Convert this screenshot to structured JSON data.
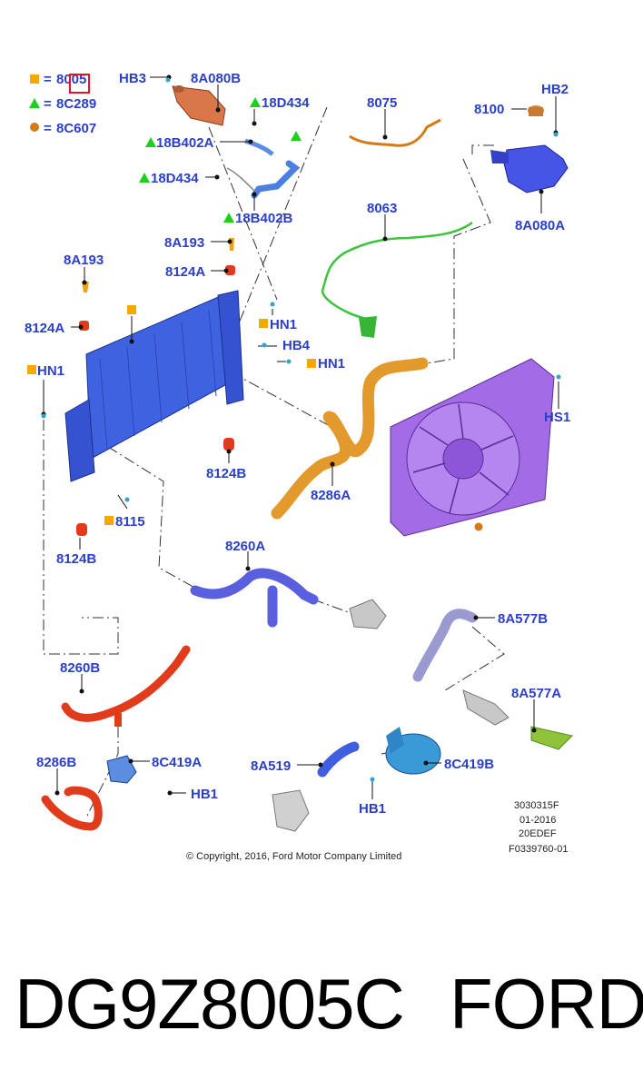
{
  "legend": [
    {
      "symbol": "square",
      "color": "#f5a800",
      "code": "8005"
    },
    {
      "symbol": "triangle",
      "color": "#1bd11b",
      "code": "8C289"
    },
    {
      "symbol": "circle",
      "color": "#d57a17",
      "code": "8C607"
    }
  ],
  "legend_eq": "=",
  "labels": {
    "hb3": "HB3",
    "p8a080b": "8A080B",
    "p18d434_top": "18D434",
    "p18b402a": "18B402A",
    "p18d434_mid": "18D434",
    "p18b402b": "18B402B",
    "p8075": "8075",
    "p8100": "8100",
    "hb2": "HB2",
    "p8a080a": "8A080A",
    "p8063": "8063",
    "p8a193_left": "8A193",
    "p8a193_mid": "8A193",
    "p8124a_mid": "8124A",
    "p8124a_left": "8124A",
    "hn1_a": "HN1",
    "hb4": "HB4",
    "hn1_b": "HN1",
    "hn1_left": "HN1",
    "hs1": "HS1",
    "p8286a": "8286A",
    "p8124b_mid": "8124B",
    "p8115": "8115",
    "p8124b_left": "8124B",
    "p8260a": "8260A",
    "p8a577b": "8A577B",
    "p8260b": "8260B",
    "p8a577a": "8A577A",
    "p8286b": "8286B",
    "p8c419a": "8C419A",
    "hb1_left": "HB1",
    "p8a519": "8A519",
    "p8c419b": "8C419B",
    "hb1_right": "HB1"
  },
  "meta_lines": [
    "3030315F",
    "01-2016",
    "20EDEF",
    "F0339760-01"
  ],
  "copyright": "© Copyright, 2016, Ford Motor Company Limited",
  "part_number": "DG9Z8005C",
  "brand": "FORD",
  "colors": {
    "label": "#2b3fc7",
    "radiator": "#3f63e0",
    "fan": "#a36be6",
    "hose_orange": "#e39a2c",
    "hose_red": "#e13b1c",
    "hose_green": "#3cc43c",
    "hose_blue": "#5a5fe0",
    "tank_blue": "#4655e6",
    "tank_orange": "#d9764a",
    "grey": "#c8c8c8",
    "olive": "#8fc43a"
  }
}
